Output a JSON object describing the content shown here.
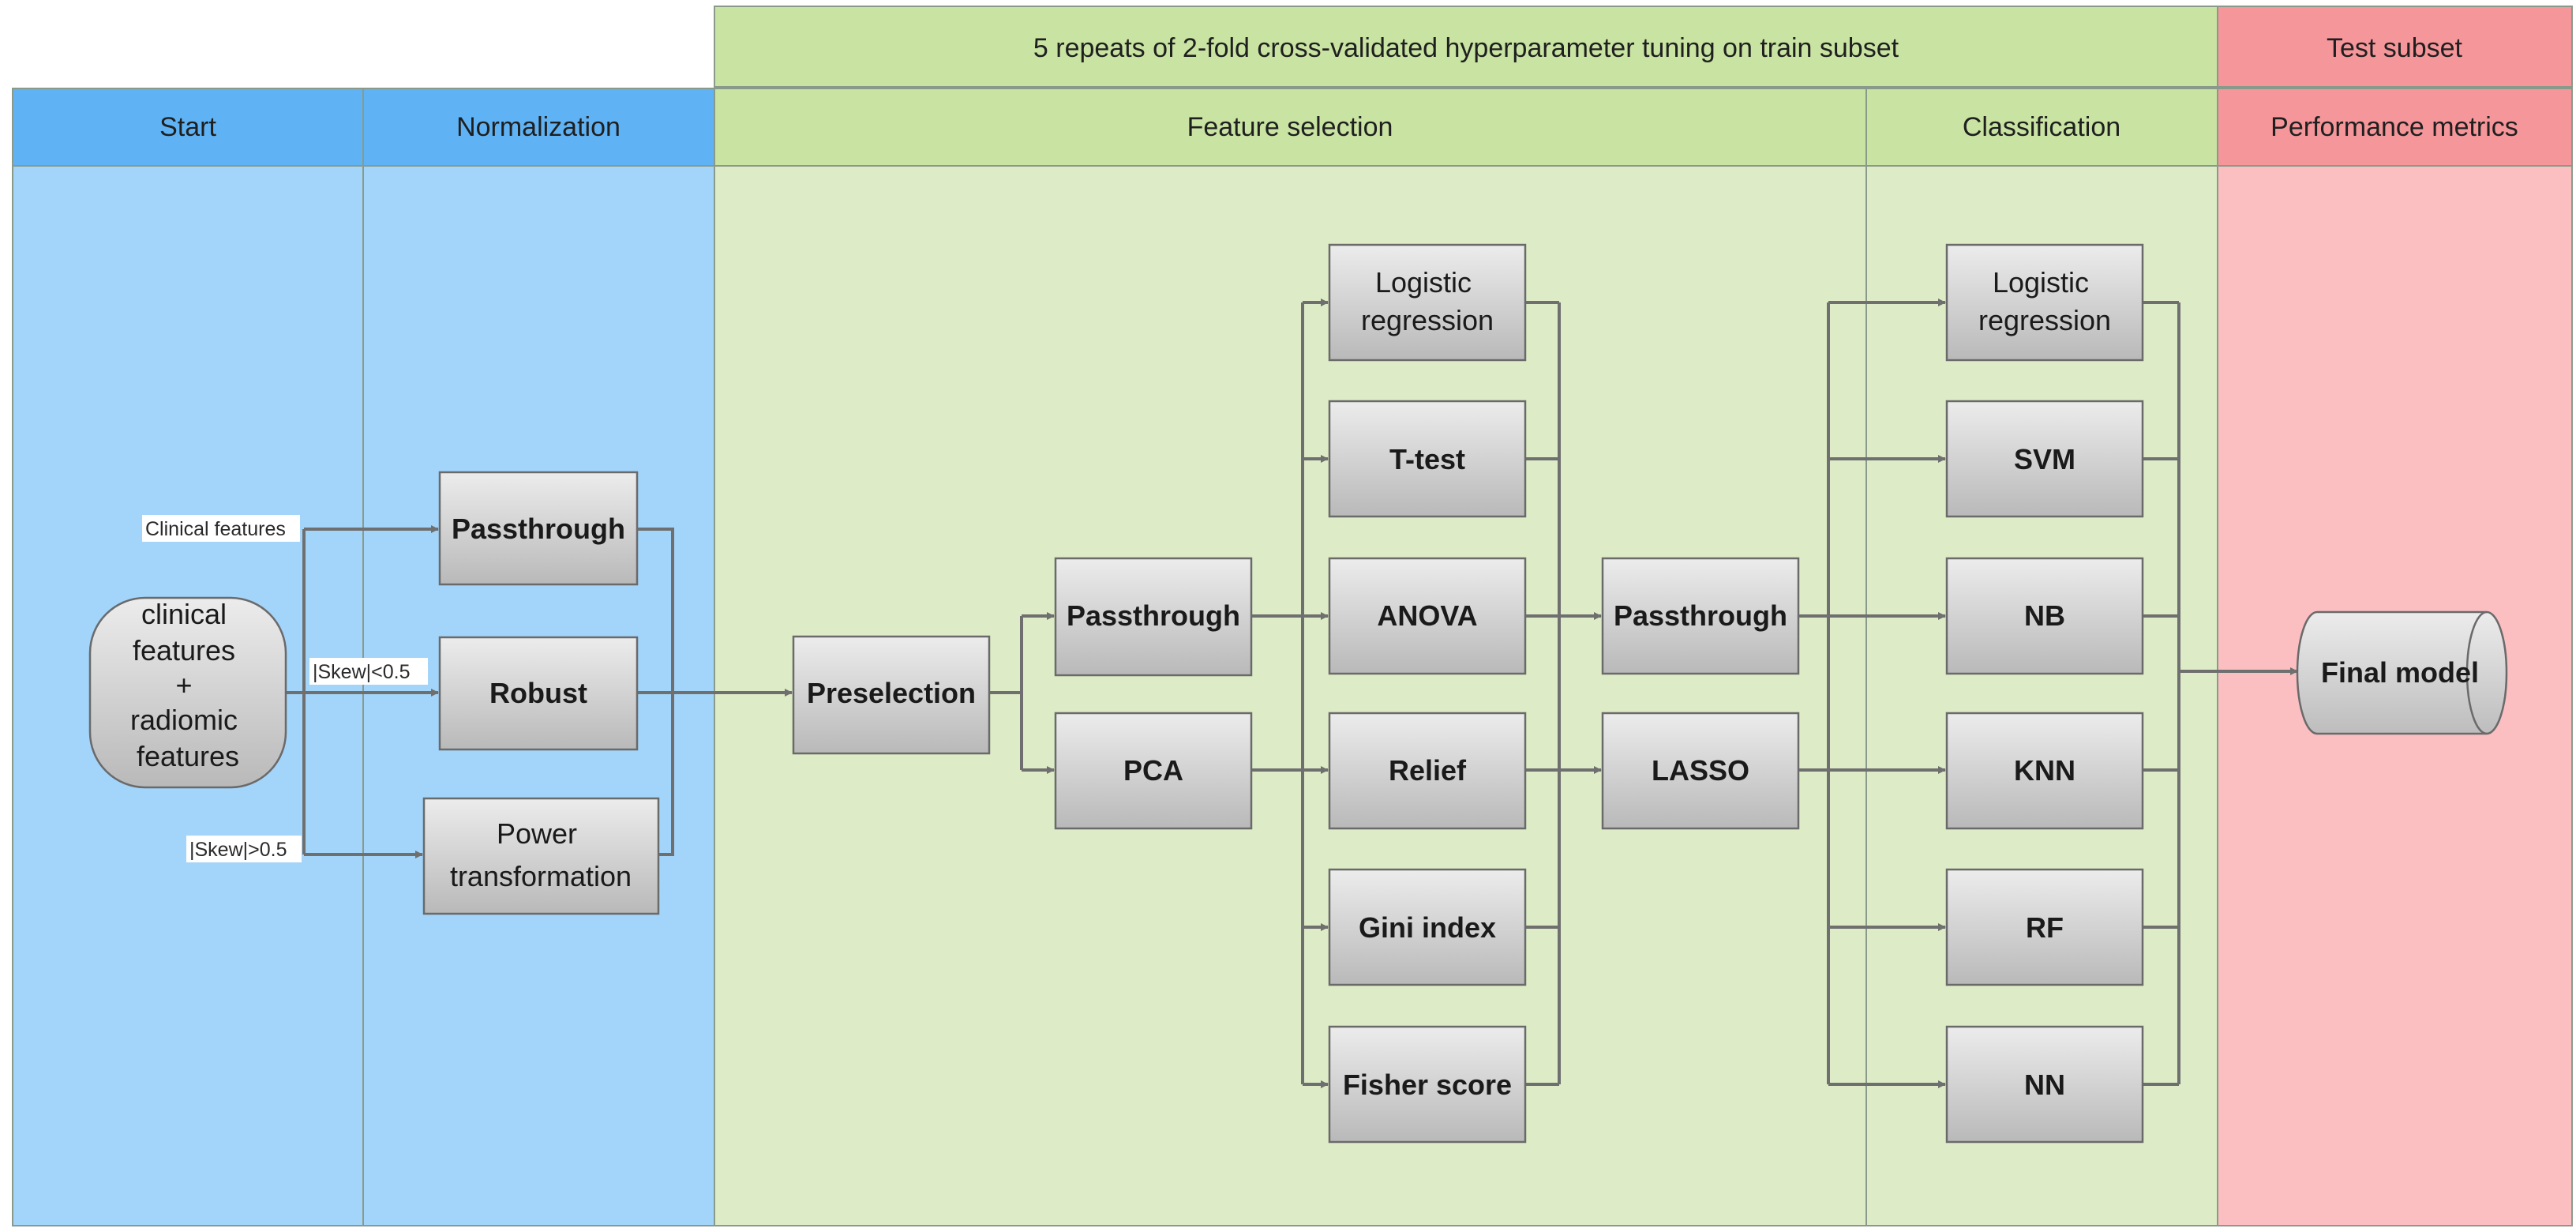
{
  "diagram": {
    "banners": {
      "tuning": "5 repeats of 2-fold cross-validated hyperparameter tuning on train subset",
      "test": "Test subset"
    },
    "lanes": {
      "start": "Start",
      "normalization": "Normalization",
      "feature_selection": "Feature selection",
      "classification": "Classification",
      "performance": "Performance metrics"
    },
    "colors": {
      "blue": "#a3d4fa",
      "blue_header": "#5fb3f5",
      "green": "#ddecc6",
      "green_header": "#c8e3a2",
      "red": "#fbbfc1",
      "red_header": "#f5969a"
    },
    "nodes": {
      "input": [
        "clinical",
        "features",
        "+",
        "radiomic",
        "features"
      ],
      "norm_passthrough": [
        "Passthrough"
      ],
      "norm_robust": [
        "Robust"
      ],
      "norm_power": [
        "Power",
        "transformation"
      ],
      "preselection": [
        "Preselection"
      ],
      "fs_passthrough": [
        "Passthrough"
      ],
      "fs_pca": [
        "PCA"
      ],
      "fs_logreg": [
        "Logistic",
        "regression"
      ],
      "fs_ttest": [
        "T-test"
      ],
      "fs_anova": [
        "ANOVA"
      ],
      "fs_relief": [
        "Relief"
      ],
      "fs_gini": [
        "Gini index"
      ],
      "fs_fisher": [
        "Fisher score"
      ],
      "sel_passthrough": [
        "Passthrough"
      ],
      "sel_lasso": [
        "LASSO"
      ],
      "cl_logreg": [
        "Logistic",
        "regression"
      ],
      "cl_svm": [
        "SVM"
      ],
      "cl_nb": [
        "NB"
      ],
      "cl_knn": [
        "KNN"
      ],
      "cl_rf": [
        "RF"
      ],
      "cl_nn": [
        "NN"
      ],
      "final": [
        "Final model"
      ]
    },
    "edge_labels": {
      "clinical": "Clinical features",
      "skew_low": "|Skew|<0.5",
      "skew_high": "|Skew|>0.5"
    }
  }
}
